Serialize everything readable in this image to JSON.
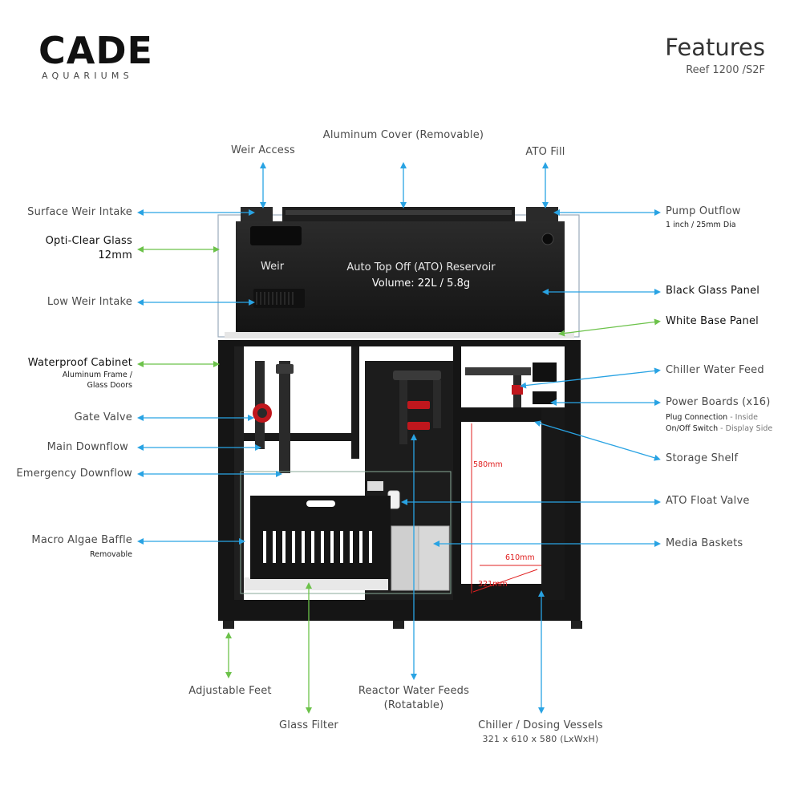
{
  "brand": {
    "name": "CADE",
    "tagline": "AQUARIUMS"
  },
  "header": {
    "title": "Features",
    "subtitle": "Reef 1200 /S2F"
  },
  "colors": {
    "blue_arrow": "#29a3e3",
    "green_arrow": "#6cc24a",
    "dimension_red": "#e02020",
    "cabinet": "#151515"
  },
  "tank": {
    "weir_label": "Weir",
    "reservoir_label": "Auto Top Off (ATO) Reservoir",
    "volume_label": "Volume: 22L / 5.8g"
  },
  "dimensions": {
    "height": "580mm",
    "width": "610mm",
    "length": "321mm"
  },
  "callouts": {
    "weir_access": "Weir Access",
    "aluminum_cover": "Aluminum Cover (Removable)",
    "ato_fill": "ATO Fill",
    "surface_weir_intake": "Surface Weir Intake",
    "pump_outflow": "Pump Outflow",
    "pump_outflow_sub": "1 inch / 25mm Dia",
    "opti_clear_glass": "Opti-Clear Glass",
    "opti_clear_glass_sub": "12mm",
    "low_weir_intake": "Low Weir Intake",
    "black_glass_panel": "Black Glass Panel",
    "white_base_panel": "White Base Panel",
    "waterproof_cabinet": "Waterproof Cabinet",
    "waterproof_cabinet_sub1": "Aluminum Frame /",
    "waterproof_cabinet_sub2": "Glass Doors",
    "chiller_water_feed": "Chiller Water Feed",
    "power_boards": "Power Boards (x16)",
    "power_boards_sub1": "Plug Connection",
    "power_boards_sub1b": " - Inside",
    "power_boards_sub2": "On/Off Switch",
    "power_boards_sub2b": " - Display Side",
    "gate_valve": "Gate Valve",
    "main_downflow": "Main Downflow",
    "storage_shelf": "Storage Shelf",
    "emergency_downflow": "Emergency Downflow",
    "ato_float_valve": "ATO Float Valve",
    "macro_algae_baffle": "Macro Algae Baffle",
    "macro_algae_baffle_sub": "Removable",
    "media_baskets": "Media Baskets",
    "adjustable_feet": "Adjustable Feet",
    "reactor_water_feeds": "Reactor Water Feeds",
    "reactor_water_feeds_sub": "(Rotatable)",
    "glass_filter": "Glass Filter",
    "chiller_dosing": "Chiller / Dosing Vessels",
    "chiller_dosing_sub": "321 x 610 x 580 (LxWxH)"
  }
}
